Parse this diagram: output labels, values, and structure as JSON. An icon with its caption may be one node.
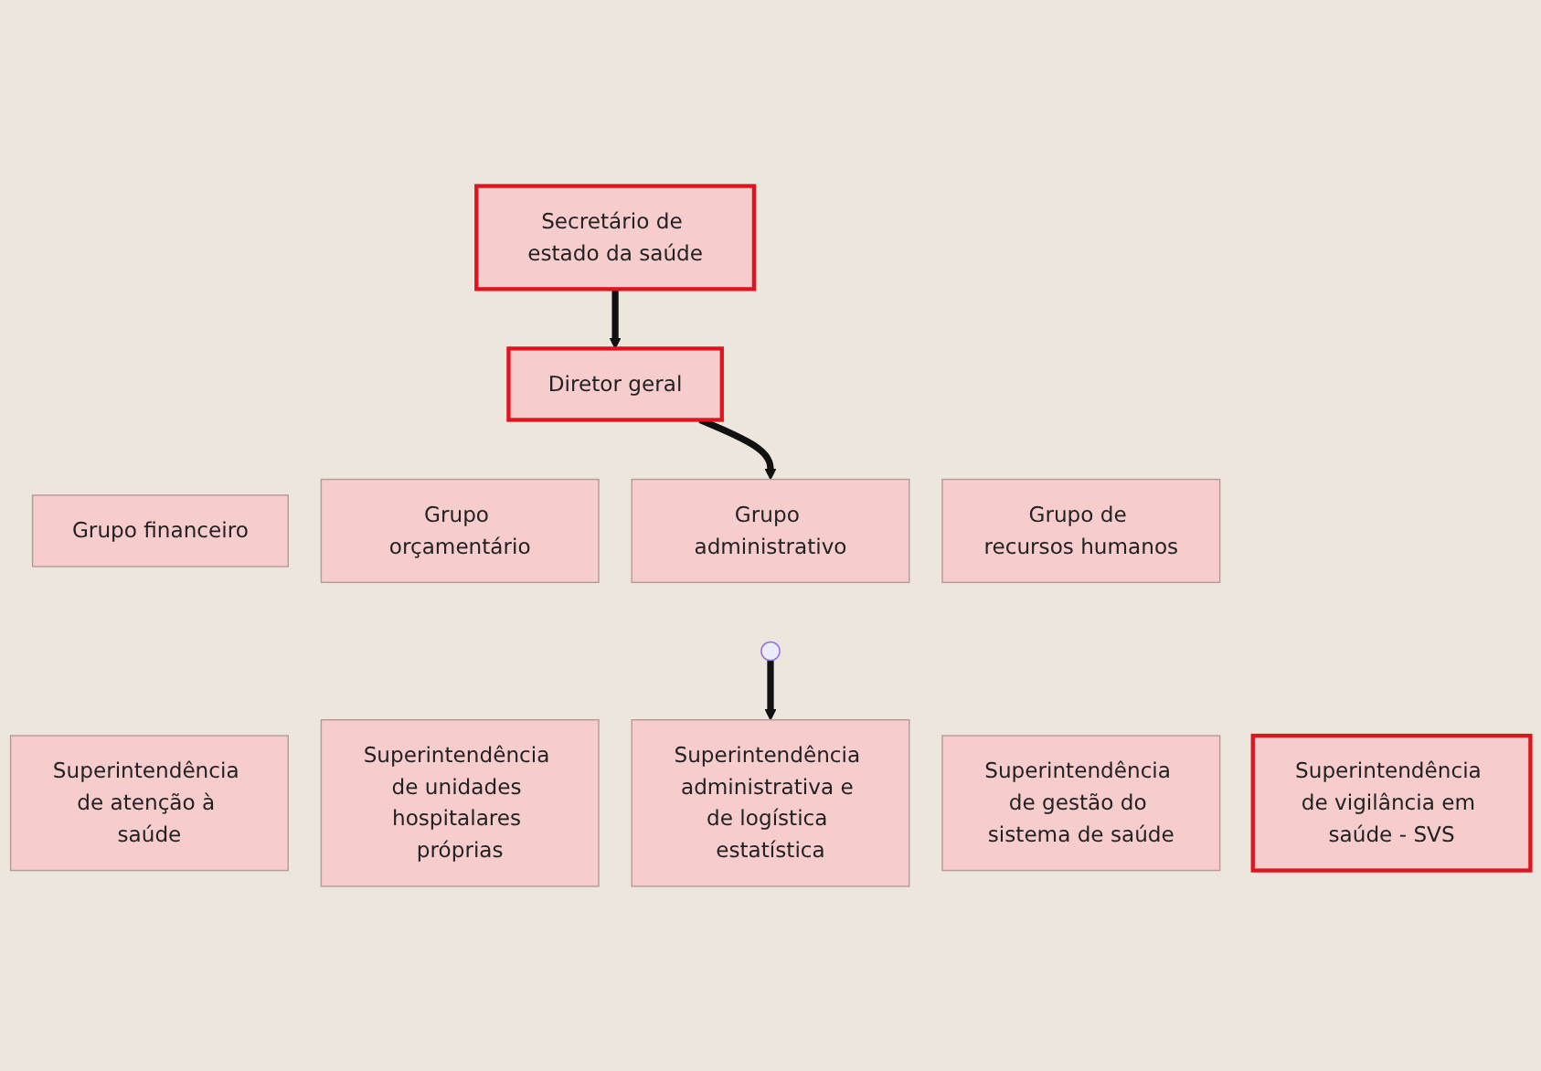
{
  "diagram": {
    "nodes": [
      {
        "text": [
          "Secretário de estado da saúde"
        ]
      },
      {
        "text": [
          "Diretor geral"
        ]
      },
      {
        "text": [
          "Grupo financeiro"
        ]
      },
      {
        "text": [
          "Grupo orçamentário"
        ]
      },
      {
        "text": [
          "Grupo administrativo"
        ]
      },
      {
        "text": [
          "Grupo de recursos humanos"
        ]
      },
      {
        "text": [
          "Superintendência de atenção à saúde"
        ]
      },
      {
        "text": [
          "Superintendência de unidades hospitalares próprias"
        ]
      },
      {
        "text": [
          "Superintendência administrativa e de logística estatística"
        ]
      },
      {
        "text": [
          "Superintendência de gestão do sistema de saúde"
        ]
      },
      {
        "text": [
          "Superintendência de vigilância em saúde - SVS"
        ]
      }
    ],
    "edges": [
      {
        "from": 0,
        "to": 1,
        "arrow": "to"
      },
      {
        "from": 1,
        "to": 4,
        "arrow": "to"
      },
      {
        "from": null,
        "to": 8,
        "arrow": "to"
      }
    ]
  }
}
